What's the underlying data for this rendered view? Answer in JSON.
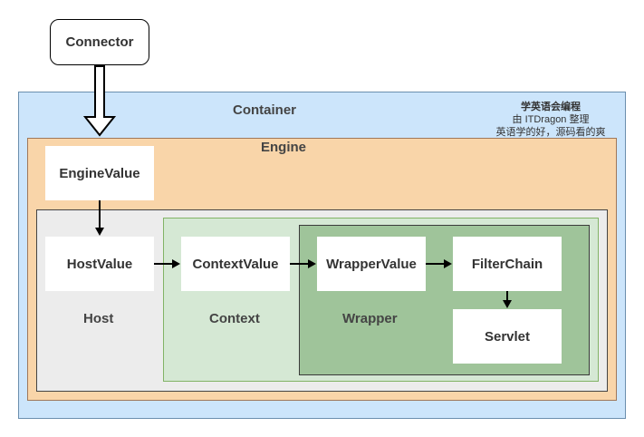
{
  "connector": {
    "label": "Connector"
  },
  "container": {
    "label": "Container"
  },
  "engine": {
    "label": "Engine",
    "valve": "EngineValue"
  },
  "host": {
    "label": "Host",
    "valve": "HostValue"
  },
  "context": {
    "label": "Context",
    "valve": "ContextValue"
  },
  "wrapper": {
    "label": "Wrapper",
    "valve": "WrapperValue"
  },
  "filter_chain": {
    "label": "FilterChain"
  },
  "servlet": {
    "label": "Servlet"
  },
  "watermark": {
    "line1": "学英语会编程",
    "line2": "由 ITDragon 整理",
    "line3": "英语学的好，源码看的爽"
  },
  "colors": {
    "container_fill": "#cce5fb",
    "engine_fill": "#f9d5a9",
    "host_fill": "#ececec",
    "context_fill": "#d5e8d4",
    "wrapper_fill": "#9fc49a"
  }
}
